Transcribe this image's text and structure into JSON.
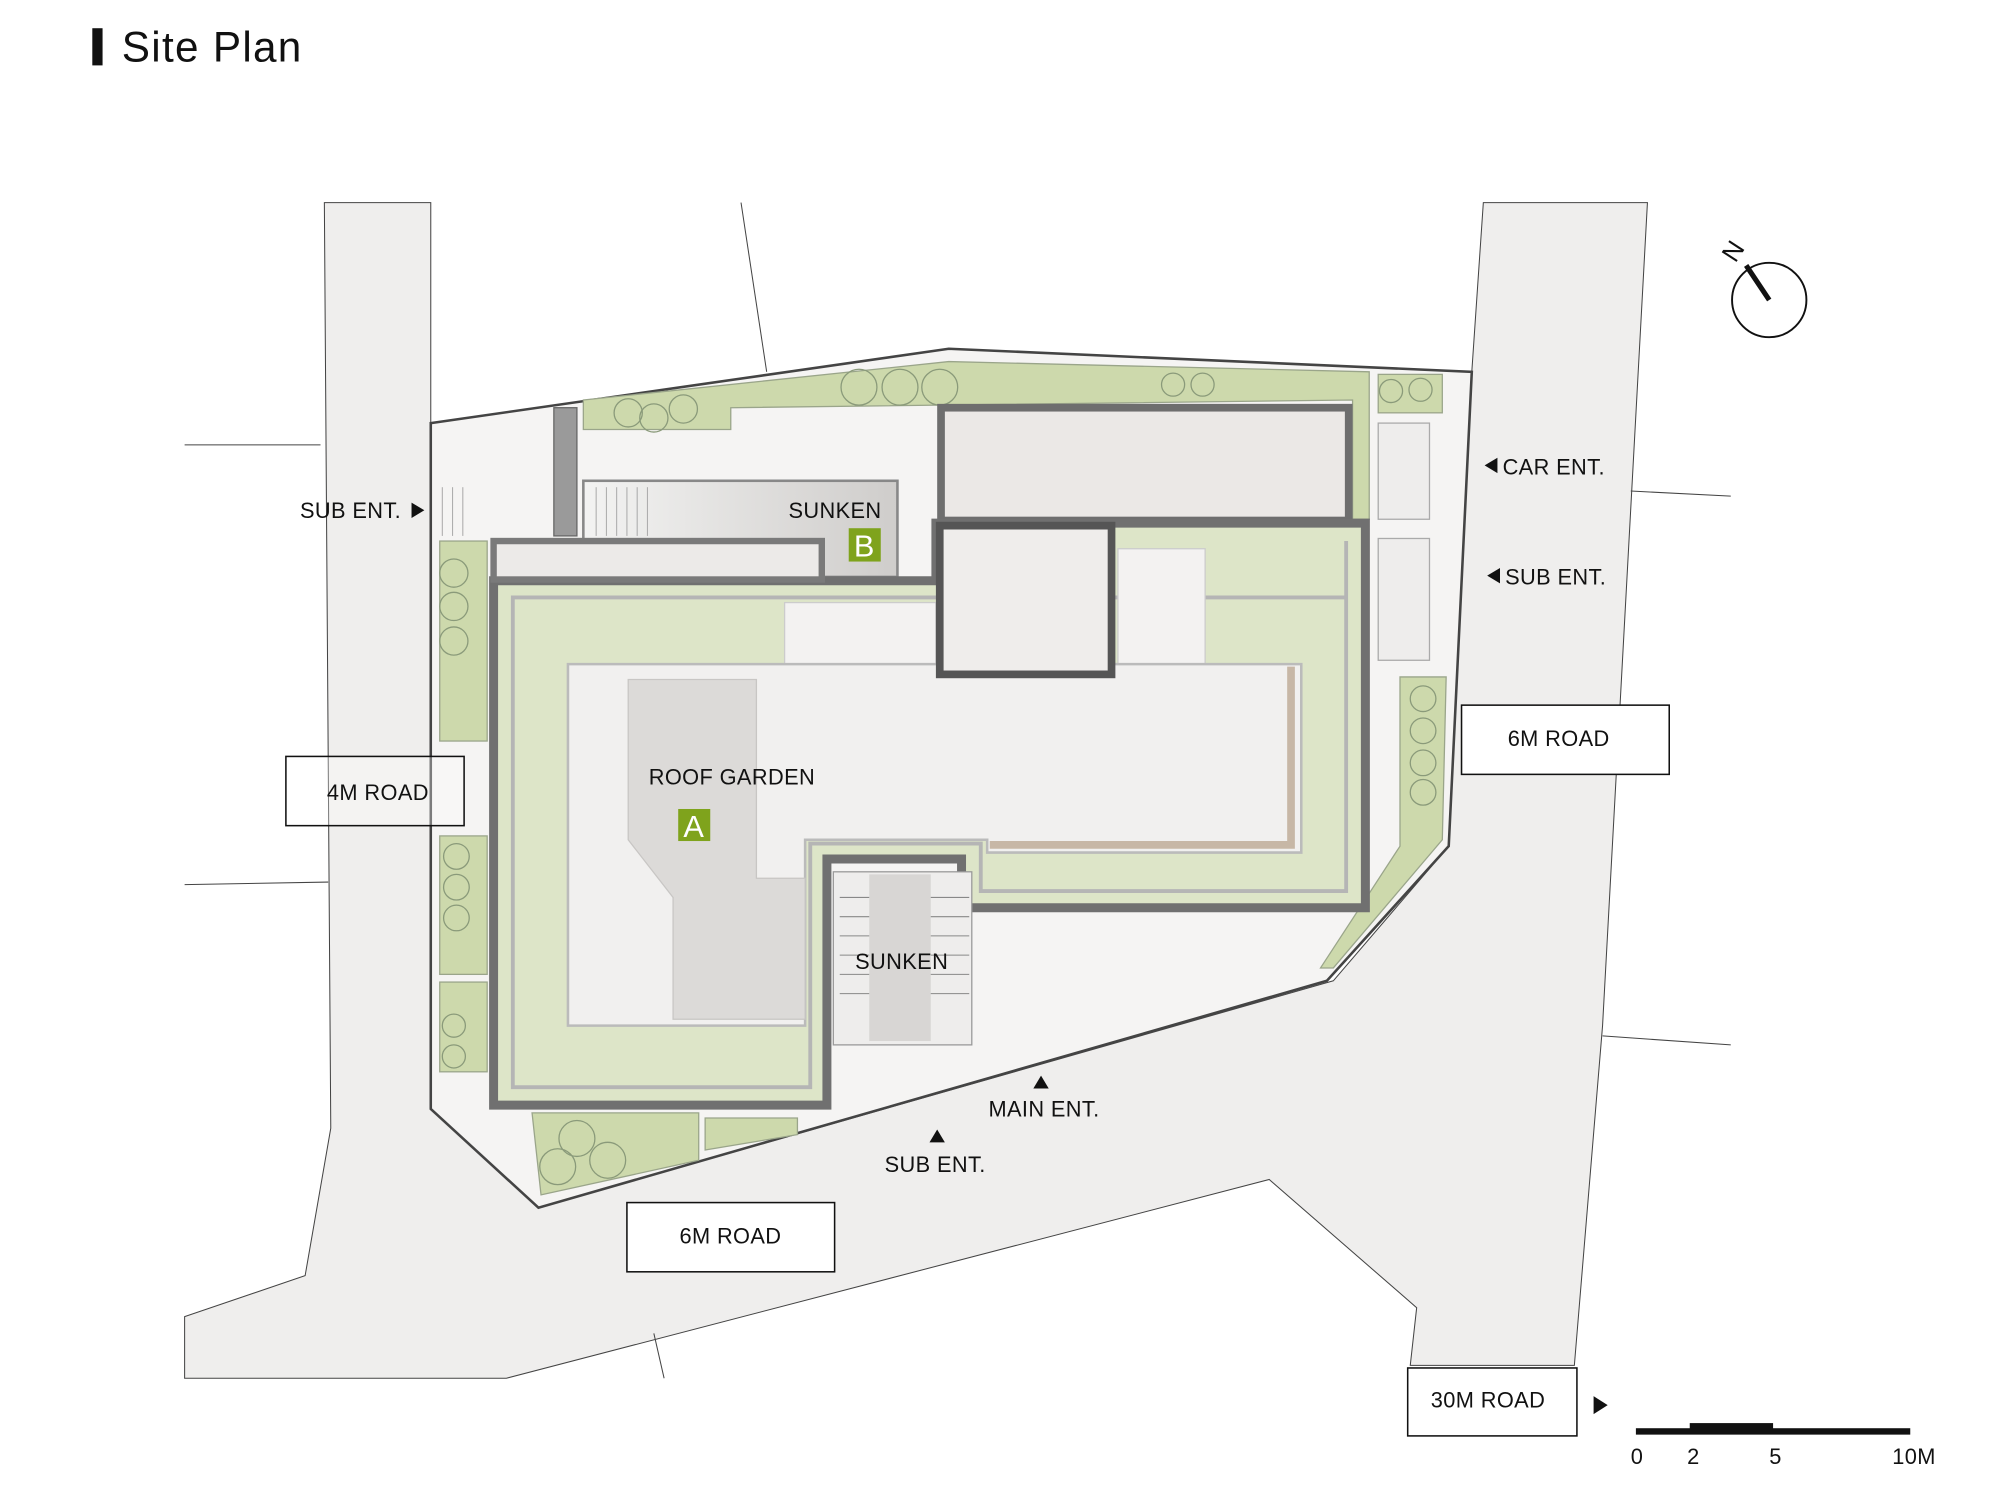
{
  "title": "Site Plan",
  "labels": {
    "sub_ent_west": "SUB ENT.",
    "sunken_b": "SUNKEN",
    "car_ent": "CAR ENT.",
    "sub_ent_east": "SUB ENT.",
    "roof_garden": "ROOF GARDEN",
    "sunken_south": "SUNKEN",
    "main_ent": "MAIN ENT.",
    "sub_ent_south": "SUB ENT."
  },
  "markers": {
    "a": "A",
    "b": "B"
  },
  "marker_color": "#7fa31c",
  "roads": {
    "west": "4M ROAD",
    "east": "6M ROAD",
    "south": "6M ROAD",
    "southeast": "30M ROAD"
  },
  "north": "N",
  "scale": {
    "ticks": [
      "0",
      "2",
      "5",
      "10M"
    ]
  },
  "colors": {
    "road": "#efeeed",
    "green": "#cdd9ac",
    "roof_green": "#dde5c8",
    "wall": "#707070"
  }
}
